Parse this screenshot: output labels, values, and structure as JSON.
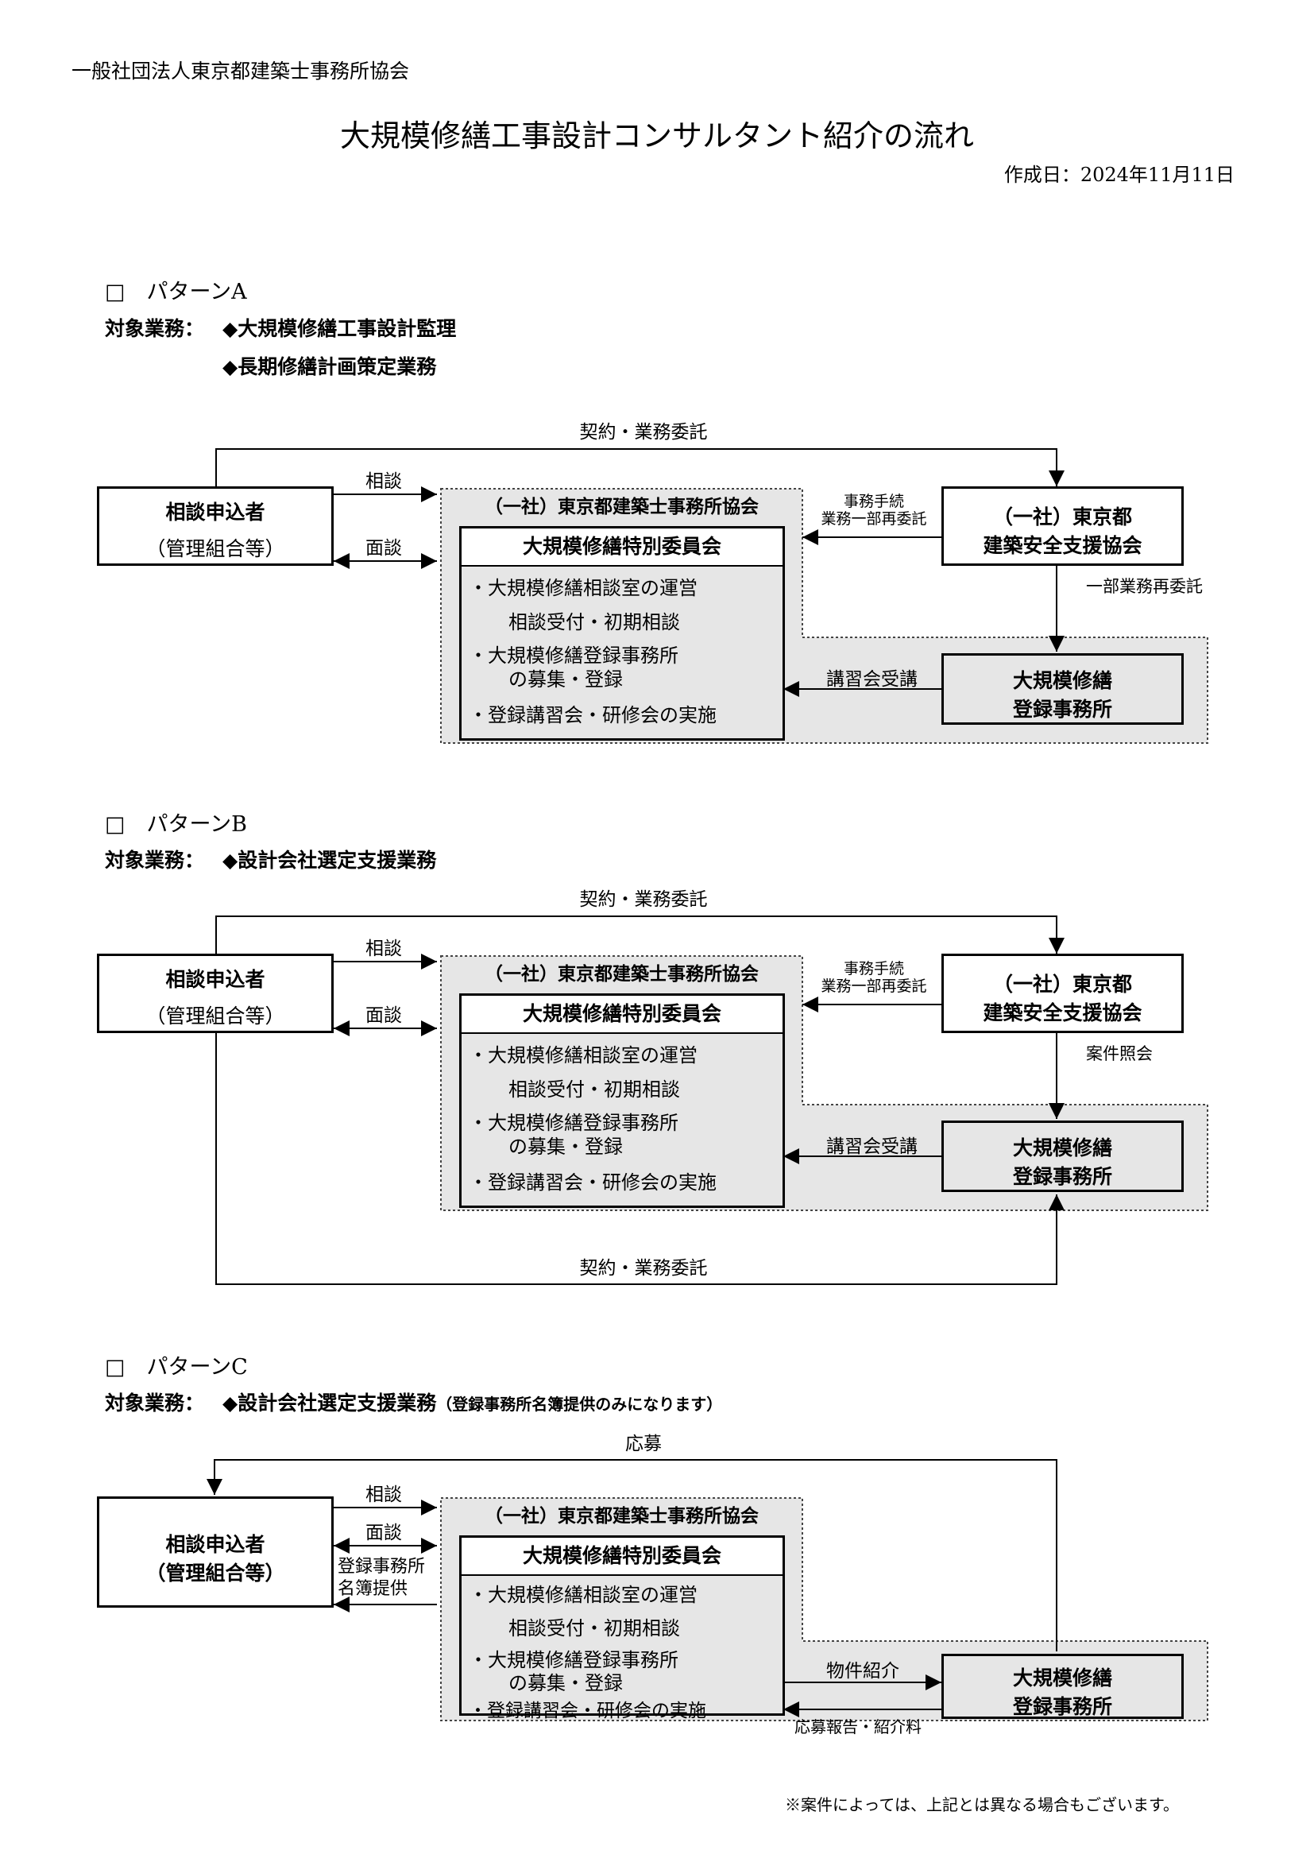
{
  "header": {
    "organization": "一般社団法人東京都建築士事務所協会",
    "title": "大規模修繕工事設計コンサルタント紹介の流れ",
    "date": "作成日：2024年11月11日"
  },
  "common": {
    "applicant": "相談申込者",
    "applicant_sub": "（管理組合等）",
    "applicant_c_line1": "相談申込者",
    "applicant_c_line2": "（管理組合等）",
    "association": "（一社）東京都建築士事務所協会",
    "committee": "大規模修繕特別委員会",
    "items": [
      "・大規模修繕相談室の運営",
      "相談受付・初期相談",
      "・大規模修繕登録事務所",
      "の募集・登録",
      "・登録講習会・研修会の実施"
    ],
    "support_line1": "（一社）東京都",
    "support_line2": "建築安全支援協会",
    "registered_line1": "大規模修繕",
    "registered_line2": "登録事務所",
    "consult": "相談",
    "interview": "面談",
    "contract": "契約・業務委託",
    "subdelegate_line1": "事務手続",
    "subdelegate_line2": "業務一部再委託",
    "seminar": "講習会受講"
  },
  "patternA": {
    "heading": "□　パターンA",
    "targets_label": "対象業務：",
    "target1": "◆大規模修繕工事設計監理",
    "target2": "◆長期修繕計画策定業務",
    "down_label": "一部業務再委託"
  },
  "patternB": {
    "heading": "□　パターンB",
    "targets_label": "対象業務：",
    "target1": "◆設計会社選定支援業務",
    "down_label": "案件照会",
    "bottom_contract": "契約・業務委託"
  },
  "patternC": {
    "heading": "□　パターンC",
    "targets_label": "対象業務：",
    "target1": "◆設計会社選定支援業務",
    "target_note": "（登録事務所名簿提供のみになります）",
    "apply": "応募",
    "list_line1": "登録事務所",
    "list_line2": "名簿提供",
    "referral": "物件紹介",
    "report": "応募報告・紹介料"
  },
  "footer": {
    "note": "※案件によっては、上記とは異なる場合もございます。"
  }
}
